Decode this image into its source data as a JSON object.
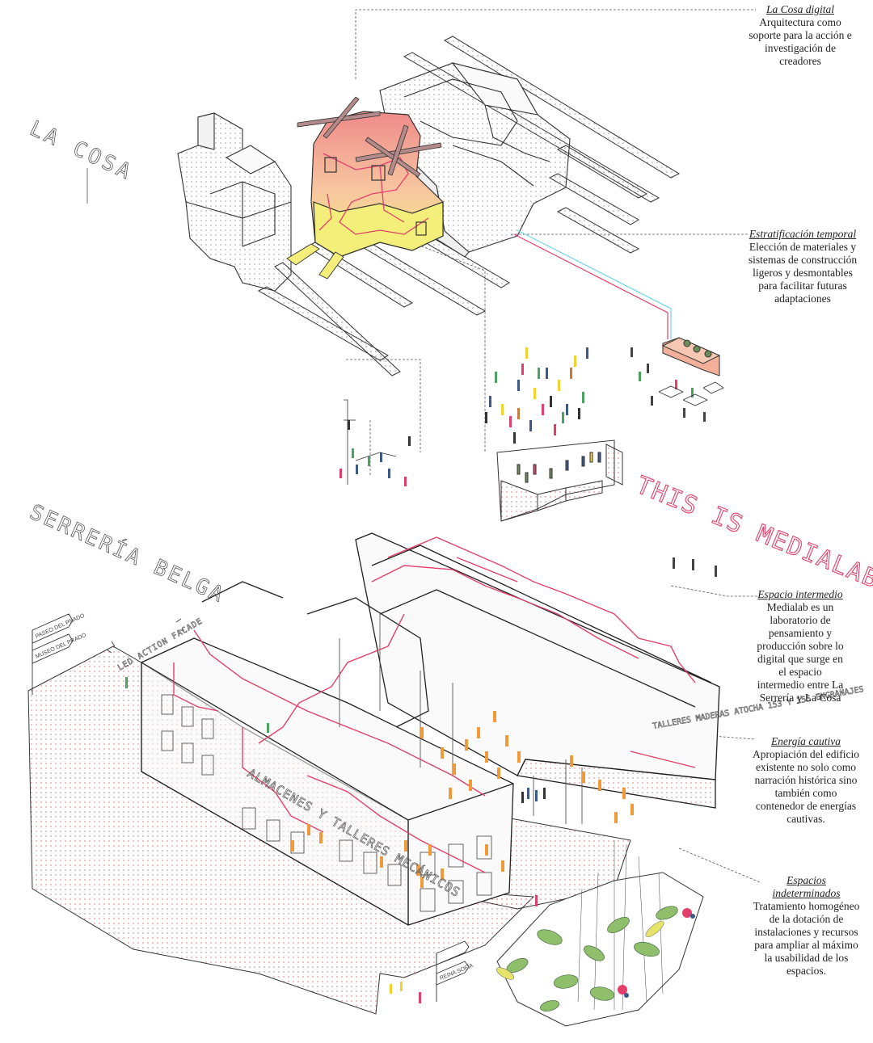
{
  "annotations": [
    {
      "id": "cosa-digital",
      "title": "La Cosa digital",
      "body": "Arquitectura como soporte para la acción e investigación de creadores"
    },
    {
      "id": "estratificacion",
      "title": "Estratificación temporal",
      "body": "Elección de materiales y sistemas de construcción ligeros y desmontables para facilitar futuras adaptaciones"
    },
    {
      "id": "intermedio",
      "title": "Espacio intermedio",
      "body": "Medialab es un laboratorio de pensamiento y producción sobre lo digital que surge en el espacio intermedio entre La Serrería y La Cosa"
    },
    {
      "id": "energia",
      "title": "Energía cautiva",
      "body": "Apropiación del edificio existente no solo como narración histórica sino también como contenedor de energías cautivas."
    },
    {
      "id": "indeterminados",
      "title": "Espacios indeterminados",
      "body": "Tratamiento homogéneo de la dotación de instalaciones y recursos para ampliar al máximo la usabilidad de los espacios."
    }
  ],
  "signs": {
    "la_cosa": "LA COSA",
    "serreria_belga": "SERRERÍA BELGA",
    "led_facade": "LED ACTION FACADE",
    "this_is_medialab": "THIS IS MEDIALAB",
    "almacenes": "ALMACENES Y TALLERES MECÁNICOS",
    "wall_text": "TALLERES MADERAS ATOCHA 153 Y 155 ENGRANAJES",
    "paseo_prado": "PASEO DEL PRADO",
    "museo_prado": "MUSEO DEL PRADO",
    "reina_sofia": "REINA SOFÍA"
  },
  "colors": {
    "accent_pink": "#e2406a",
    "orange": "#f29a3a",
    "yellow": "#f4ef7a",
    "peach": "#f2b09a",
    "cyan": "#6fd6e8",
    "line": "#333333",
    "dots": "#d99b9b"
  }
}
